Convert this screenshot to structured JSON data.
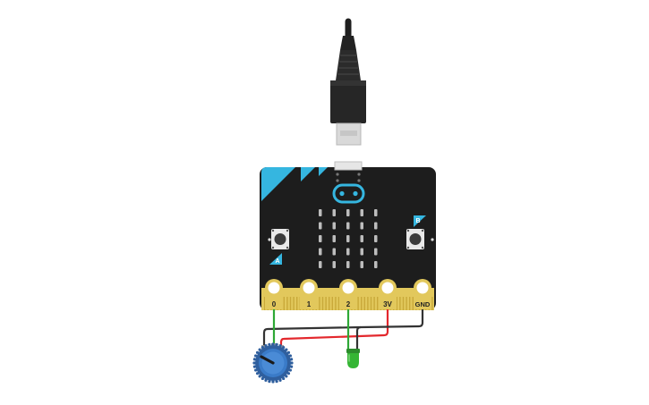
{
  "board": {
    "name": "micro:bit",
    "button_a_label": "A",
    "button_b_label": "B",
    "pins": [
      "0",
      "1",
      "2",
      "3V",
      "GND"
    ],
    "led_rows": 5,
    "led_cols": 5
  },
  "components": {
    "usb_cable": "usb-cable-icon",
    "potentiometer": "potentiometer-icon",
    "led": "led-icon"
  },
  "wires": [
    {
      "from": "pin-0",
      "to": "potentiometer-wiper",
      "color": "#2ea836"
    },
    {
      "from": "pin-2",
      "to": "led-anode",
      "color": "#2ea836"
    },
    {
      "from": "pin-3v",
      "to": "potentiometer-terminal",
      "color": "#e3282d"
    },
    {
      "from": "pin-gnd",
      "to": "potentiometer-and-led-ground",
      "color": "#333333"
    }
  ],
  "colors": {
    "board": "#1d1d1d",
    "accent": "#35b6e0",
    "gold": "#e2c85c",
    "pot_body": "#3a7bc8",
    "led_green": "#35b534"
  }
}
